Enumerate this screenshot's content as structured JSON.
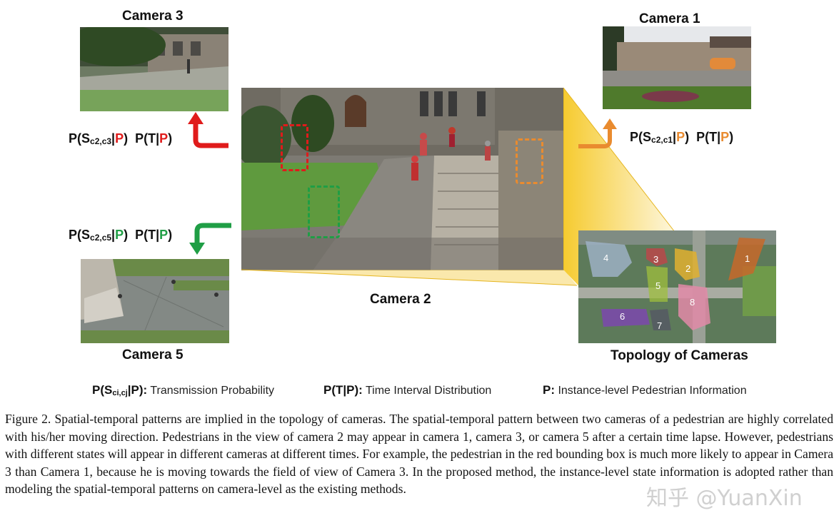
{
  "figure": {
    "camera3_title": "Camera 3",
    "camera1_title": "Camera 1",
    "camera2_title": "Camera 2",
    "camera5_title": "Camera 5",
    "topology_title": "Topology of Cameras",
    "prob_c3": {
      "prefix": "P(S",
      "sub": "c2,c3",
      "bar": "|",
      "p": "P",
      "close": ")",
      "time_prefix": "P(T|",
      "time_close": ")"
    },
    "prob_c1": {
      "prefix": "P(S",
      "sub": "c2,c1",
      "bar": "|",
      "p": "P",
      "close": ")",
      "time_prefix": "P(T|",
      "time_close": ")"
    },
    "prob_c5": {
      "prefix": "P(S",
      "sub": "c2,c5",
      "bar": "|",
      "p": "P",
      "close": ")",
      "time_prefix": "P(T|",
      "time_close": ")"
    },
    "topology_labels": [
      "1",
      "2",
      "3",
      "4",
      "5",
      "6",
      "7",
      "8"
    ],
    "colors": {
      "red": "#e01b1b",
      "orange": "#e98b2f",
      "green": "#1f9e45",
      "yellow": "#f3c52a"
    }
  },
  "legend": {
    "item1_symbol_prefix": "P(S",
    "item1_symbol_sub": "ci,cj",
    "item1_symbol_suffix": "|P):",
    "item1_text": " Transmission Probability",
    "item2_symbol": "P(T|P):",
    "item2_text": " Time Interval Distribution",
    "item3_symbol": "P:",
    "item3_text": " Instance-level Pedestrian Information"
  },
  "caption": "Figure 2. Spatial-temporal patterns are implied in the topology of cameras. The spatial-temporal pattern between two cameras of a pedestrian are highly correlated with his/her moving direction. Pedestrians in the view of camera 2 may appear in camera 1, camera 3, or camera 5 after a certain time lapse. However, pedestrians with different states will appear in different cameras at different times. For example, the pedestrian in the red bounding box is much more likely to appear in Camera 3 than Camera 1, because he is moving towards the field of view of Camera 3. In the proposed method, the instance-level state information is adopted rather than modeling the spatial-temporal patterns on camera-level as the existing methods.",
  "watermark": "知乎 @YuanXin"
}
